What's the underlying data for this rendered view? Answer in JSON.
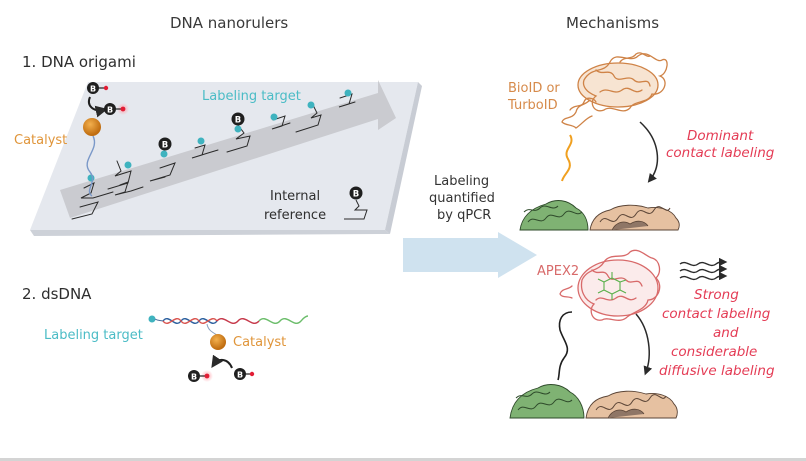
{
  "headings": {
    "left": "DNA nanorulers",
    "right": "Mechanisms"
  },
  "panel_origami": {
    "title": "1. DNA origami",
    "catalyst_label": "Catalyst",
    "target_label": "Labeling target",
    "reference_label_line1": "Internal",
    "reference_label_line2": "reference",
    "biotin_glyph": "B"
  },
  "panel_dsdna": {
    "title": "2. dsDNA",
    "target_label": "Labeling target",
    "catalyst_label": "Catalyst",
    "biotin_glyph": "B"
  },
  "center_arrow": {
    "line1": "Labeling",
    "line2": "quantified",
    "line3": "by qPCR"
  },
  "mechanism_biotin_ligase": {
    "enzyme_line1": "BioID or",
    "enzyme_line2": "TurboID",
    "effect_line1": "Dominant",
    "effect_line2": "contact labeling"
  },
  "mechanism_peroxidase": {
    "enzyme": "APEX2",
    "effect_line1": "Strong",
    "effect_line2": "contact labeling",
    "effect_line3": "and",
    "effect_line4": "considerable",
    "effect_line5": "diffusive labeling"
  },
  "colors": {
    "catalyst_orange": "#e0953a",
    "target_teal": "#4bbcc6",
    "effect_red": "#e43c55",
    "biotin_ligase_orange": "#d68a4a",
    "apex_red": "#d86a6a",
    "arrow_blue": "#cfe2ef",
    "origami_plate": "#e6e8ee",
    "track_gray": "#c9cbcf",
    "protein_green": "#78a96c",
    "protein_tan": "#e2bb9a"
  }
}
